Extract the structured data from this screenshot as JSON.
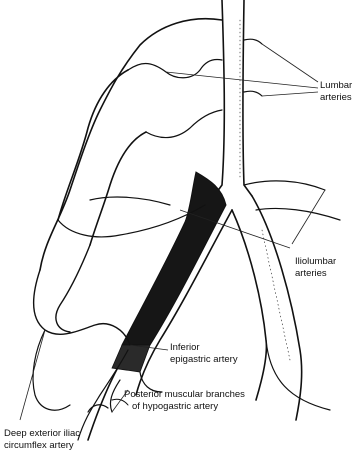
{
  "labels": {
    "lumbar": [
      "Lumbar",
      "arteries"
    ],
    "iliolumbar": [
      "Iliolumbar",
      "arteries"
    ],
    "inferior_epigastric": [
      "Inferior",
      "epigastric artery"
    ],
    "posterior_muscular": [
      "Posterior muscular branches",
      "of hypogastric artery"
    ],
    "deep_circumflex": [
      "Deep exterior iliac",
      "circumflex artery"
    ]
  }
}
